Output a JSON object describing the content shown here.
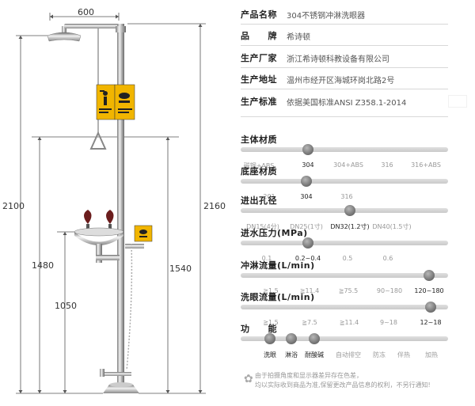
{
  "dimensions": {
    "width_label": "600",
    "height_2100": "2100",
    "height_2160": "2160",
    "height_1480": "1480",
    "height_1540": "1540",
    "height_1050": "1050"
  },
  "signs": {
    "left_sign_icon": "shower-person-icon",
    "right_sign_icon": "eye-wash-icon",
    "bowl_sign_icon": "eye-wash-small-icon",
    "sign_color": "#f1b500"
  },
  "specs": [
    {
      "label": "产品名称",
      "value": "304不锈钢冲淋洗眼器"
    },
    {
      "label": "品　　牌",
      "value": "希诗顿"
    },
    {
      "label": "生产厂家",
      "value": "浙江希诗顿科教设备有限公司"
    },
    {
      "label": "生产地址",
      "value": "温州市经开区海城环岗北路2号"
    },
    {
      "label": "生产标准",
      "value": "依据美国标准ANSI Z358.1-2014"
    }
  ],
  "bars": [
    {
      "title": "主体材质",
      "options": [
        "碳钢+ABS",
        "304",
        "304+ABS",
        "316",
        "316+ABS"
      ],
      "selected": [
        1
      ]
    },
    {
      "title": "底座材质",
      "options": [
        "201",
        "304",
        "316"
      ],
      "selected": [
        1
      ]
    },
    {
      "title": "进出孔径",
      "options": [
        "DN15(4分)",
        "DN25(1寸)",
        "DN32(1.2寸)",
        "DN40(1.5寸)"
      ],
      "selected": [
        2
      ]
    },
    {
      "title": "进水压力(MPa)",
      "options": [
        "0.1",
        "0.2~0.4",
        "0.5",
        "0.6"
      ],
      "selected": [
        1
      ]
    },
    {
      "title": "冲淋流量(L/min)",
      "options": [
        "≧1.5",
        "≧11.4",
        "≧75.5",
        "90~180",
        "120~180"
      ],
      "selected": [
        4
      ]
    },
    {
      "title": "洗眼流量(L/min)",
      "options": [
        "≧1.5",
        "≧7.5",
        "≧11.4",
        "9~18",
        "12~18"
      ],
      "selected": [
        4
      ]
    },
    {
      "title": "功　　能",
      "options": [
        "洗眼",
        "淋浴",
        "耐酸碱",
        "自动排空",
        "防冻",
        "伴热",
        "加热"
      ],
      "selected": [
        0,
        1,
        2
      ]
    }
  ],
  "note": {
    "line1": "由于拍摄角度和显示器差异存在色差，",
    "line2": "均以实际收到商品为准,保留更改产品信息的权利，不另行通知!",
    "icon": "leaf-logo-icon"
  }
}
